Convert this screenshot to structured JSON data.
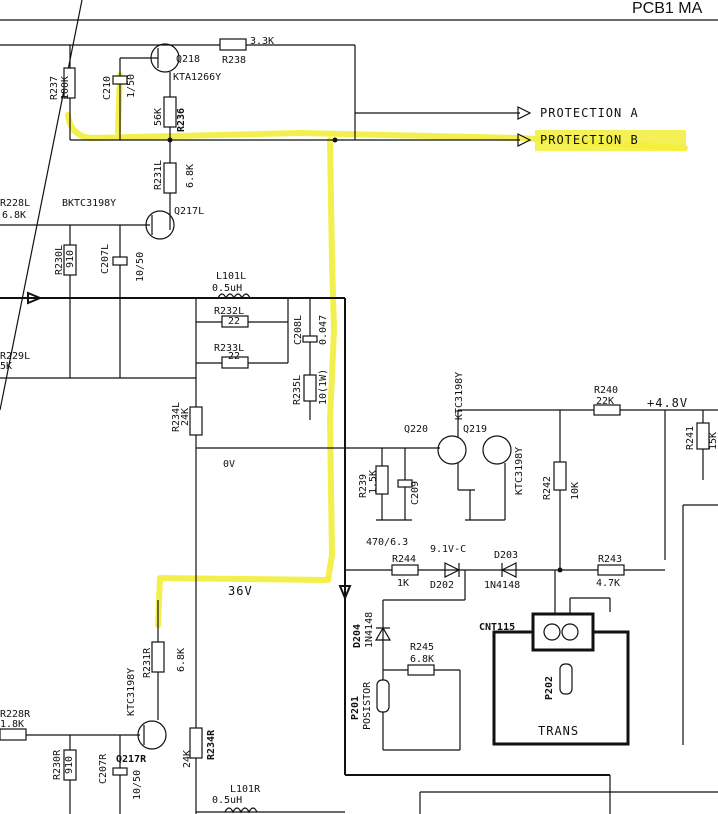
{
  "header": {
    "title": "PCB1 MA"
  },
  "outputs": {
    "protection_a": "PROTECTION A",
    "protection_b": "PROTECTION B"
  },
  "supply": {
    "plus48": "+4.8V",
    "zero_v": "0V",
    "v36": "36V"
  },
  "components": {
    "r238": "R238",
    "r238_val": "3.3K",
    "r237": "R237",
    "r237_val": "100K",
    "c210": "C210",
    "c210_val": "1/50",
    "q218": "Q218",
    "q218_type": "KTA1266Y",
    "r236": "R236",
    "r236_val": "56K",
    "r231l": "R231L",
    "r231l_val": "6.8K",
    "r228l": "R228L",
    "r228l_val": "6.8K",
    "q217l_type": "BKTC3198Y",
    "q217l": "Q217L",
    "r230l": "R230L",
    "r230l_val": "910",
    "c207l": "C207L",
    "c207l_val": "10/50",
    "l101l": "L101L",
    "l101l_val": "0.5uH",
    "r232l": "R232L",
    "r232l_val": "22",
    "r233l": "R233L",
    "r233l_val": "22",
    "c208l": "C208L",
    "c208l_val": "0.047",
    "r235l": "R235L",
    "r235l_val": "10(1W)",
    "r229l": "R229L",
    "r229l_val": "5K",
    "r234l": "R234L",
    "r234l_val": "24K",
    "r240": "R240",
    "r240_val": "22K",
    "r241": "R241",
    "r241_val": "15K",
    "q220": "Q220",
    "q219": "Q219",
    "q220_type": "KTC3198Y",
    "q219_type": "KTC3198Y",
    "r239": "R239",
    "r239_val": "1.5K",
    "c209": "C209",
    "c209_val": "470/6.3",
    "r242": "R242",
    "r242_val": "10K",
    "r244": "R244",
    "r244_val": "1K",
    "d202": "D202",
    "d202_val": "9.1V-C",
    "d203": "D203",
    "d203_val": "1N4148",
    "r243": "R243",
    "r243_val": "4.7K",
    "cnt115": "CNT115",
    "d204": "D204",
    "d204_val": "1N4148",
    "r245": "R245",
    "r245_val": "6.8K",
    "p201": "P201",
    "p201_val": "POSISTOR",
    "p202": "P202",
    "trans": "TRANS",
    "r231r": "R231R",
    "r231r_val": "6.8K",
    "r228r": "R228R",
    "r228r_val": "1.8K",
    "q217r_type": "KTC3198Y",
    "q217r": "Q217R",
    "r230r": "R230R",
    "r230r_val": "910",
    "c207r": "C207R",
    "c207r_val": "10/50",
    "r234r": "R234R",
    "r234r_val": "24K",
    "l101r": "L101R",
    "l101r_val": "0.5uH"
  }
}
